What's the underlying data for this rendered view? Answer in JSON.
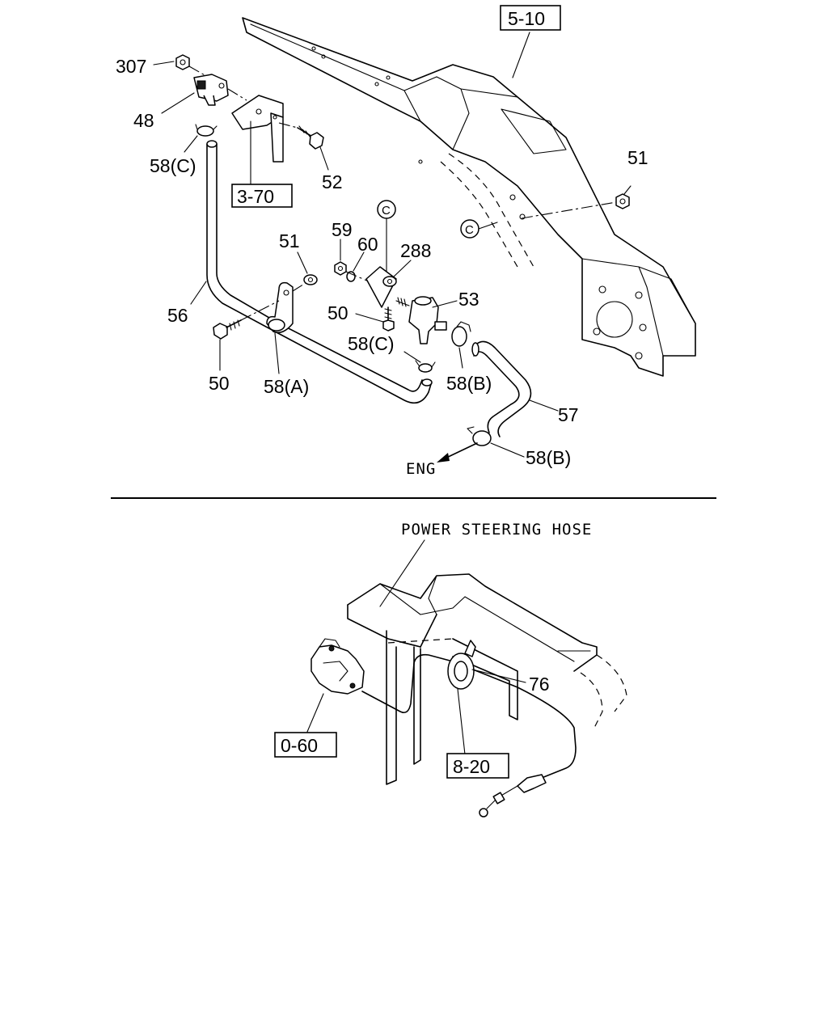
{
  "top_diagram": {
    "ref_boxes": {
      "frame": "5-10",
      "bracket": "3-70"
    },
    "callout_marker": "C",
    "callouts": {
      "n307": "307",
      "n48": "48",
      "n58c_top": "58(C)",
      "n52": "52",
      "n51_right": "51",
      "n59": "59",
      "n60": "60",
      "n288": "288",
      "n51_mid": "51",
      "n56": "56",
      "n53": "53",
      "n50_mid": "50",
      "n58c_mid": "58(C)",
      "n50_left": "50",
      "n58a": "58(A)",
      "n58b_mid": "58(B)",
      "n57": "57",
      "n58b_low": "58(B)"
    },
    "direction_label": "ENG"
  },
  "bottom_diagram": {
    "hose_label": "POWER STEERING HOSE",
    "ref_boxes": {
      "pump": "0-60",
      "clip": "8-20"
    },
    "callouts": {
      "n76": "76"
    }
  }
}
